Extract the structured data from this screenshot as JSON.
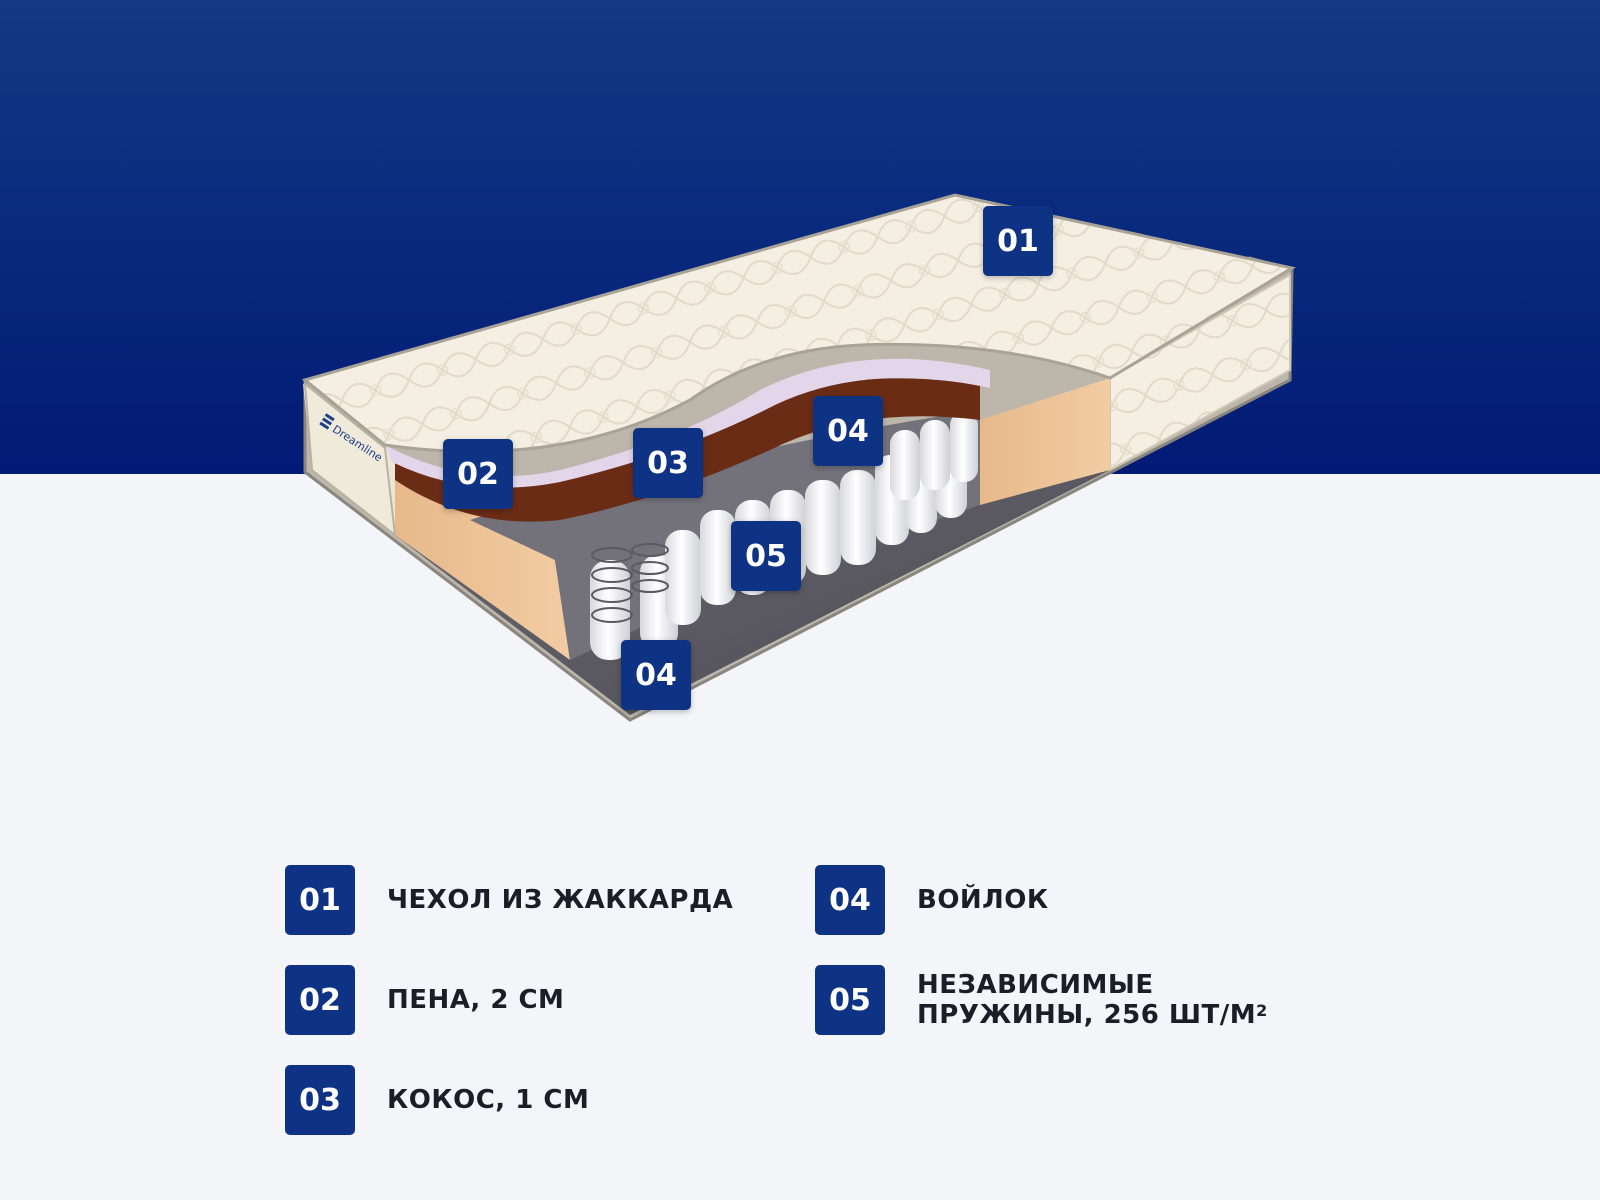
{
  "colors": {
    "band_top": "#133a82",
    "band_bottom": "#021a75",
    "badge": "#0f3384",
    "page_bg": "#f3f5f9",
    "label_text": "#1d1d28"
  },
  "brand": {
    "logo_text": "Dreamline"
  },
  "callouts": [
    {
      "number": "01"
    },
    {
      "number": "02"
    },
    {
      "number": "03"
    },
    {
      "number": "04"
    },
    {
      "number": "05"
    },
    {
      "number": "04"
    }
  ],
  "legend": [
    {
      "number": "01",
      "label": "ЧЕХОЛ ИЗ ЖАККАРДА"
    },
    {
      "number": "02",
      "label": "ПЕНА, 2 СМ"
    },
    {
      "number": "03",
      "label": "КОКОС, 1 СМ"
    },
    {
      "number": "04",
      "label": "ВОЙЛОК"
    },
    {
      "number": "05",
      "label_line1": "НЕЗАВИСИМЫЕ",
      "label_line2": "ПРУЖИНЫ, 256 ШТ/М",
      "label_sup": "2"
    }
  ]
}
